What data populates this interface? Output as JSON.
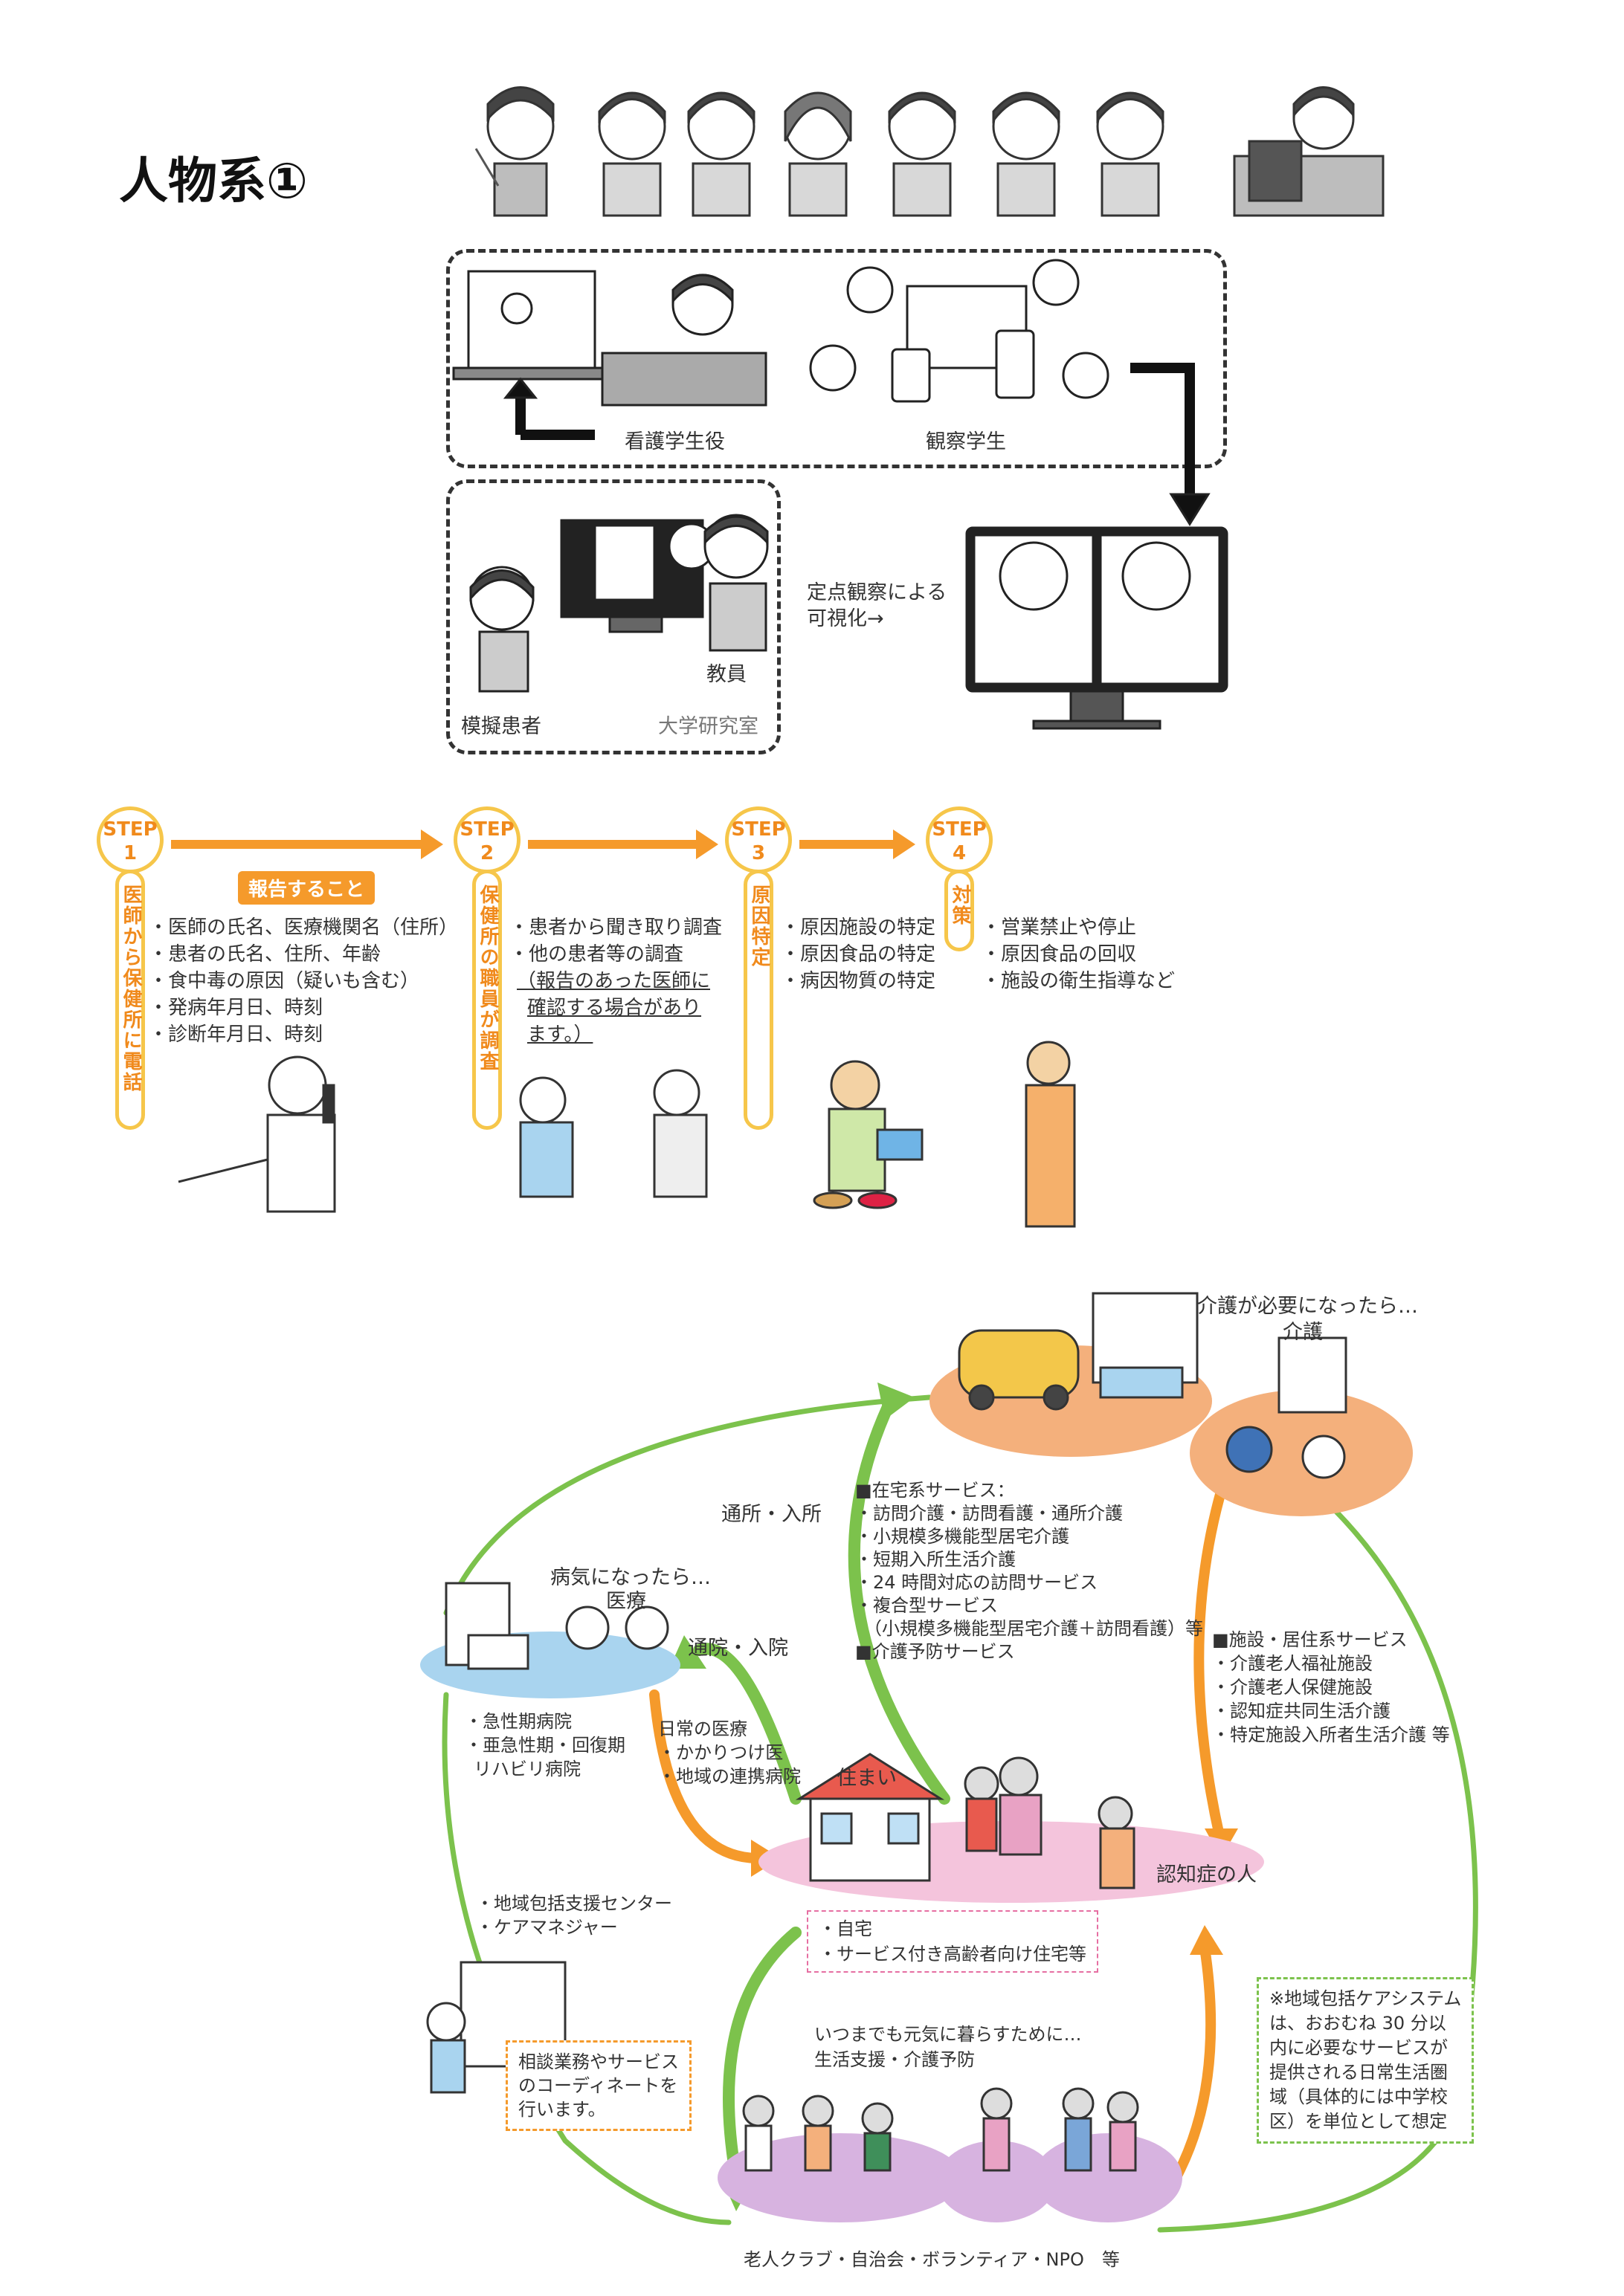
{
  "page_title": "人物系①",
  "section1": {
    "nursing_student_label": "看護学生役",
    "observer_label": "観察学生",
    "patient_label": "模擬患者",
    "teacher_label": "教員",
    "lab_label": "大学研究室",
    "fixed_point_line1": "定点観察による",
    "fixed_point_line2": "可視化→"
  },
  "steps": [
    {
      "badge_top": "STEP",
      "badge_num": "1",
      "vertical": "医師から保健所に電話"
    },
    {
      "badge_top": "STEP",
      "badge_num": "2",
      "vertical": "保健所の職員が調査"
    },
    {
      "badge_top": "STEP",
      "badge_num": "3",
      "vertical": "原因特定"
    },
    {
      "badge_top": "STEP",
      "badge_num": "4",
      "vertical": "対策"
    }
  ],
  "report_tag": "報告すること",
  "step1_items": [
    "・医師の氏名、医療機関名（住所）",
    "・患者の氏名、住所、年齢",
    "・食中毒の原因（疑いも含む）",
    "・発病年月日、時刻",
    "・診断年月日、時刻"
  ],
  "step2_items": [
    "・患者から聞き取り調査",
    "・他の患者等の調査",
    "（報告のあった医師に",
    "確認する場合があり",
    "ます。）"
  ],
  "step3_items": [
    "・原因施設の特定",
    "・原因食品の特定",
    "・病因物質の特定"
  ],
  "step4_items": [
    "・営業禁止や停止",
    "・原因食品の回収",
    "・施設の衛生指導など"
  ],
  "care": {
    "kaigo_head": "介護が必要になったら…",
    "kaigo": "介護",
    "iryo_head": "病気になったら…",
    "iryo": "医療",
    "tsusho": "通所・入所",
    "tsuin": "通院・入院",
    "zaitaku": [
      "■在宅系サービス：",
      "・訪問介護・訪問看護・通所介護",
      "・小規模多機能型居宅介護",
      "・短期入所生活介護",
      "・24 時間対応の訪問サービス",
      "・複合型サービス",
      "（小規模多機能型居宅介護＋訪問看護）等",
      "■介護予防サービス"
    ],
    "shisetsu": [
      "■施設・居住系サービス",
      "・介護老人福祉施設",
      "・介護老人保健施設",
      "・認知症共同生活介護",
      "・特定施設入所者生活介護 等"
    ],
    "hospital_list": [
      "・急性期病院",
      "・亜急性期・回復期",
      "リハビリ病院"
    ],
    "nichijo": [
      "日常の医療",
      "・かかりつけ医",
      "・地域の連携病院"
    ],
    "sumai": "住まい",
    "ninchisho": "認知症の人",
    "home_list": [
      "・自宅",
      "・サービス付き高齢者向け住宅等"
    ],
    "center_list": [
      "・地域包括支援センター",
      "・ケアマネジャー"
    ],
    "consult_box": [
      "相談業務やサービス",
      "のコーディネートを",
      "行います。"
    ],
    "itsumademo": [
      "いつまでも元気に暮らすために…",
      "生活支援・介護予防"
    ],
    "bottom_label": "老人クラブ・自治会・ボランティア・NPO　等",
    "note_box": [
      "※地域包括ケアシステム",
      "は、おおむね 30 分以",
      "内に必要なサービスが",
      "提供される日常生活圏",
      "域（具体的には中学校",
      "区）を単位として想定"
    ]
  },
  "colors": {
    "orange": "#f59a2b",
    "yellow": "#f6c64a",
    "green": "#7cc24c",
    "blue_ellipse": "#a9d4ef",
    "pink_ellipse": "#f4c4dc",
    "orange_ellipse": "#f4b07c",
    "purple_ellipse": "#d7b3e0"
  }
}
